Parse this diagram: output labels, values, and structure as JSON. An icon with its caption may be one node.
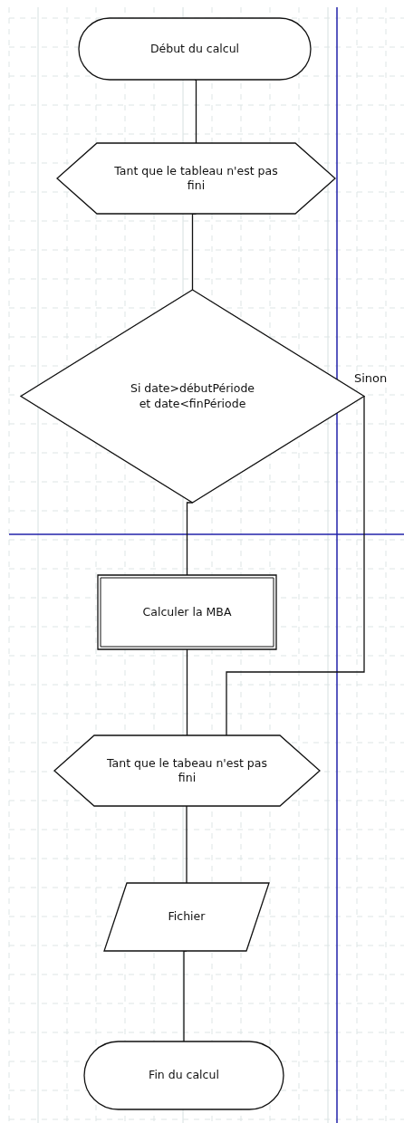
{
  "diagram": {
    "nodes": [
      {
        "text": [
          "Début du calcul"
        ]
      },
      {
        "text": [
          "Tant que le tableau n'est pas fini"
        ]
      },
      {
        "text": [
          "Si date>débutPériode et date<finPériode"
        ]
      },
      {
        "text": [
          "Calculer la MBA"
        ]
      },
      {
        "text": [
          "Tant que le tabeau n'est pas fini"
        ]
      },
      {
        "text": [
          "Fichier"
        ]
      },
      {
        "text": [
          "Fin du calcul"
        ]
      }
    ],
    "edges": [
      {
        "from": 0,
        "to": 1,
        "arrow": "none"
      },
      {
        "from": 1,
        "to": 2,
        "arrow": "none"
      },
      {
        "from": 2,
        "to": 3,
        "arrow": "none"
      },
      {
        "from": 3,
        "to": 4,
        "arrow": "none"
      },
      {
        "from": 2,
        "to": 4,
        "arrow": "none",
        "label": "Sinon"
      },
      {
        "from": 4,
        "to": 5,
        "arrow": "none"
      },
      {
        "from": 5,
        "to": 6,
        "arrow": "none"
      }
    ]
  }
}
